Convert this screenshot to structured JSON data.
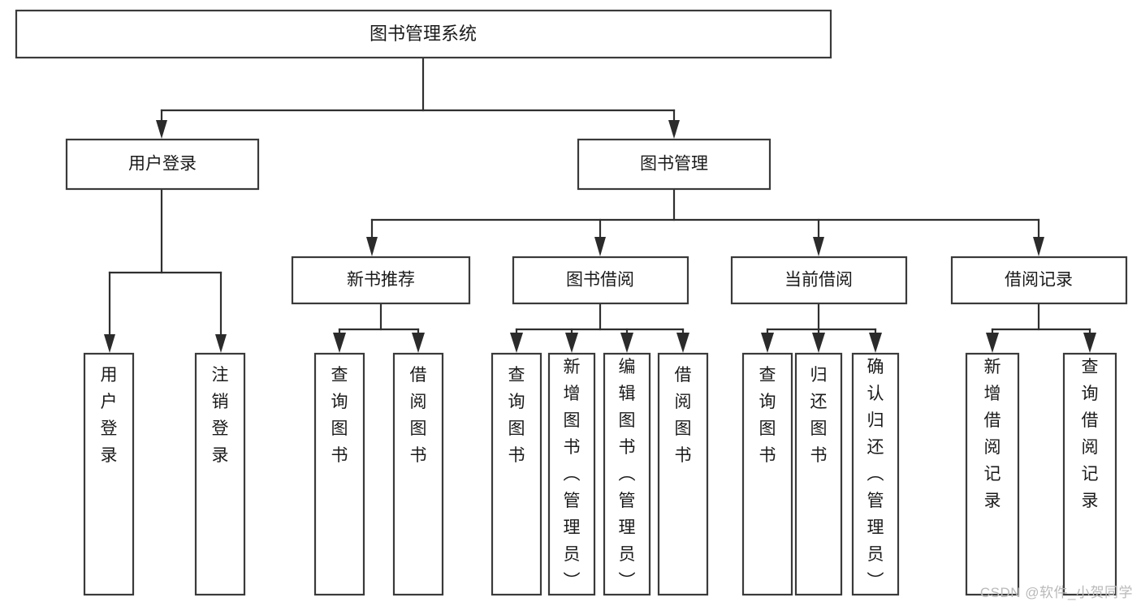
{
  "diagram": {
    "type": "tree",
    "title": "图书管理系统",
    "watermark": "CSDN @软件_小贺同学",
    "colors": {
      "box_stroke": "#3a3a3a",
      "box_fill": "#ffffff",
      "line": "#2f2f2f",
      "text": "#1a1a1a",
      "watermark": "#b9b9b9",
      "background": "#ffffff"
    },
    "nodes": {
      "root": {
        "label": "图书管理系统"
      },
      "level1": [
        {
          "id": "user-login",
          "label": "用户登录"
        },
        {
          "id": "book-manage",
          "label": "图书管理"
        }
      ],
      "level2": [
        {
          "id": "new-book-recommend",
          "label": "新书推荐"
        },
        {
          "id": "book-borrow",
          "label": "图书借阅"
        },
        {
          "id": "current-borrow",
          "label": "当前借阅"
        },
        {
          "id": "borrow-record",
          "label": "借阅记录"
        }
      ],
      "leaves": {
        "user-login": [
          {
            "id": "leaf-user-login",
            "label": "用户登录"
          },
          {
            "id": "leaf-logout",
            "label": "注销登录"
          }
        ],
        "new-book-recommend": [
          {
            "id": "leaf-query-book-1",
            "label": "查询图书"
          },
          {
            "id": "leaf-borrow-book-1",
            "label": "借阅图书"
          }
        ],
        "book-borrow": [
          {
            "id": "leaf-query-book-2",
            "label": "查询图书"
          },
          {
            "id": "leaf-add-book",
            "label": "新增图书（管理员）"
          },
          {
            "id": "leaf-edit-book",
            "label": "编辑图书（管理员）"
          },
          {
            "id": "leaf-borrow-book-2",
            "label": "借阅图书"
          }
        ],
        "current-borrow": [
          {
            "id": "leaf-query-book-3",
            "label": "查询图书"
          },
          {
            "id": "leaf-return-book",
            "label": "归还图书"
          },
          {
            "id": "leaf-confirm-return",
            "label": "确认归还（管理员）"
          }
        ],
        "borrow-record": [
          {
            "id": "leaf-add-record",
            "label": "新增借阅记录"
          },
          {
            "id": "leaf-query-record",
            "label": "查询借阅记录"
          }
        ]
      }
    }
  }
}
